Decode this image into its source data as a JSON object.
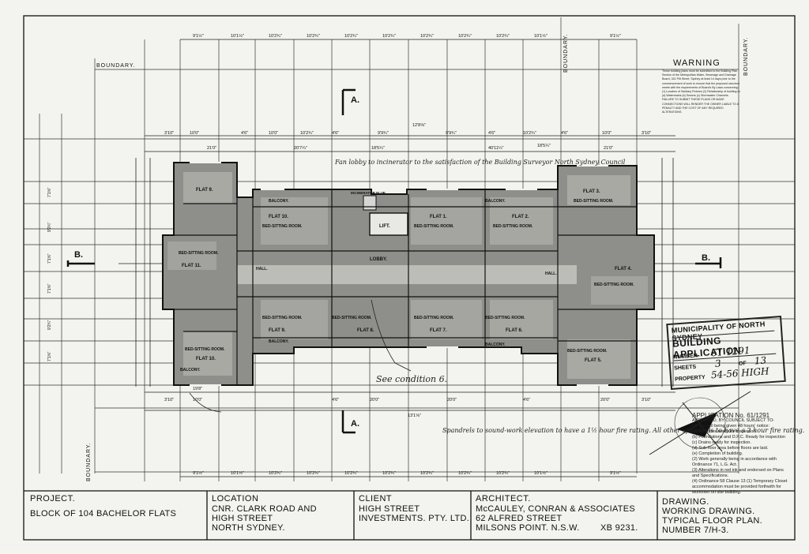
{
  "sheet": {
    "boundary_label": "BOUNDARY.",
    "section_marker_a": "A.",
    "section_marker_b": "B."
  },
  "warning": {
    "title": "WARNING",
    "body": "These building plans must be submitted to the Building Plan Section of the Metropolitan Water, Sewerage and Drainage Board, 341 Pitt Street, Sydney at least 14 days prior to the commencement of work to ensure that the proposed structure meets with the requirements of Board's By-Laws concerning: (1) Location of Sanitary Fixtures (2) Relationship of building to: (a) Watermains (b) Sewers (c) Stormwater Channels. FAILURE TO SUBMIT THESE PLANS OR MAKE CONNECTIONS WILL RENDER THE OWNER LIABLE TO A PENALTY AND THE COST OF ANY REQUIRED ALTERATIONS."
  },
  "stamp": {
    "line1": "MUNICIPALITY OF NORTH SYDNEY",
    "line2": "BUILDING APPLICATION",
    "number_label": "NUMBER",
    "number_value": "61 1291",
    "sheets_label": "SHEETS",
    "sheets_value": "3",
    "of_label": "OF",
    "of_value": "13",
    "property_label": "PROPERTY",
    "property_value": "54-56 HIGH"
  },
  "approval": {
    "header": "APPLICATION No. 61/1291",
    "lines": [
      "APPROVED, BY COUNCIL SUBJECT TO-",
      "(1) Council being given 48 hours' notice:",
      "(a) Trenches ready for inspection.",
      "(b) Foundations and D.P.C. Ready for inspection",
      "(c) Drains ready for inspection.",
      "(d) Sub-floor area before floors are laid.",
      "(e) Completion of building.",
      "(2) Work generally being in accordance with",
      "Ordinance 71, L.G. Act.",
      "(3) Alterations in red ink and endorsed on Plans",
      "and Specifications.",
      "(4) Ordinance 58 Clause 13 (1) Temporary Closet",
      "accommodation must be provided forthwith for",
      "workmen on site building."
    ]
  },
  "plan": {
    "rooms": {
      "flat11": "FLAT 11.",
      "flat10": "FLAT 10.",
      "flat1": "FLAT 1.",
      "flat2": "FLAT 2.",
      "flat3": "FLAT 3.",
      "flat4": "FLAT 4.",
      "flat5": "FLAT 5.",
      "flat6": "FLAT 6.",
      "flat7": "FLAT 7.",
      "flat8": "FLAT 8.",
      "flat9": "FLAT 9.",
      "bed_sitting": "BED-SITTING ROOM.",
      "balcony": "BALCONY.",
      "lift": "LIFT.",
      "lobby": "LOBBY.",
      "hall": "HALL.",
      "incinerator": "INCINERATOR FLUE."
    },
    "dims_top": [
      "9'1½\"",
      "10'1½\"",
      "10'2¾\"",
      "10'2¾\"",
      "10'2¾\"",
      "10'2¾\"",
      "10'2¾\"",
      "10'2¾\"",
      "10'2¾\"",
      "10'1½\"",
      "9'1½\""
    ],
    "dims_row2": [
      "3'10\"",
      "10'0\"",
      "4'6\"",
      "10'0\"",
      "10'2¾\"",
      "4'6\"",
      "9'9¾\"",
      "12'8⅝\"",
      "9'9¾\"",
      "4'6\"",
      "10'2¾\"",
      "4'6\"",
      "10'0\"",
      "3'10\""
    ],
    "dims_row3": [
      "21'0\"",
      "20'7¼\"",
      "18'5¼\"",
      "40'11¼\"",
      "18'5¼\"",
      "21'0\""
    ],
    "dims_bottom": [
      "3'10\"",
      "19'8\"",
      "10'0\"",
      "4'6\"",
      "20'0\"",
      "20'0\"",
      "4'6\"",
      "20'0\"",
      "3'10\""
    ],
    "dims_bottom2": [
      "9'1½\"",
      "10'1½\"",
      "10'2¾\"",
      "10'2¾\"",
      "10'2¾\"",
      "10'2¾\"",
      "10'2¾\"",
      "10'2¾\"",
      "10'2¾\"",
      "10'1½\"",
      "9'1½\""
    ],
    "dim_centre": "13'1⅝\"",
    "left_dims": [
      "7'1⅝\"",
      "9'2¾\"",
      "7'1⅝\"",
      "7'1⅝\"",
      "9'2¾\"",
      "7'1⅝\""
    ],
    "notes": {
      "top": "Fan lobby to incinerator to the satisfaction of the Building Surveyor North Sydney Council",
      "see": "See condition 6.",
      "spandrels": "Spandrels to sound-work elevation to have a 1½ hour fire rating. All other spandrels to have a 2 hour fire rating."
    }
  },
  "title_block": {
    "project_label": "PROJECT.",
    "project_value": "BLOCK OF 104 BACHELOR FLATS",
    "location_label": "LOCATION",
    "location_value_1": "CNR. CLARK ROAD AND",
    "location_value_2": "HIGH STREET",
    "location_value_3": "NORTH SYDNEY.",
    "client_label": "CLIENT",
    "client_value_1": "HIGH STREET",
    "client_value_2": "INVESTMENTS. PTY. LTD.",
    "architect_label": "ARCHITECT.",
    "architect_value_1": "McCAULEY, CONRAN & ASSOCIATES",
    "architect_value_2": "62 ALFRED STREET",
    "architect_value_3": "MILSONS POINT. N.S.W.",
    "architect_ref": "XB 9231.",
    "drawing_label": "DRAWING.",
    "drawing_value_1": "WORKING DRAWING.",
    "drawing_value_2": "TYPICAL FLOOR PLAN.",
    "drawing_value_3": "NUMBER 7/H-3."
  }
}
